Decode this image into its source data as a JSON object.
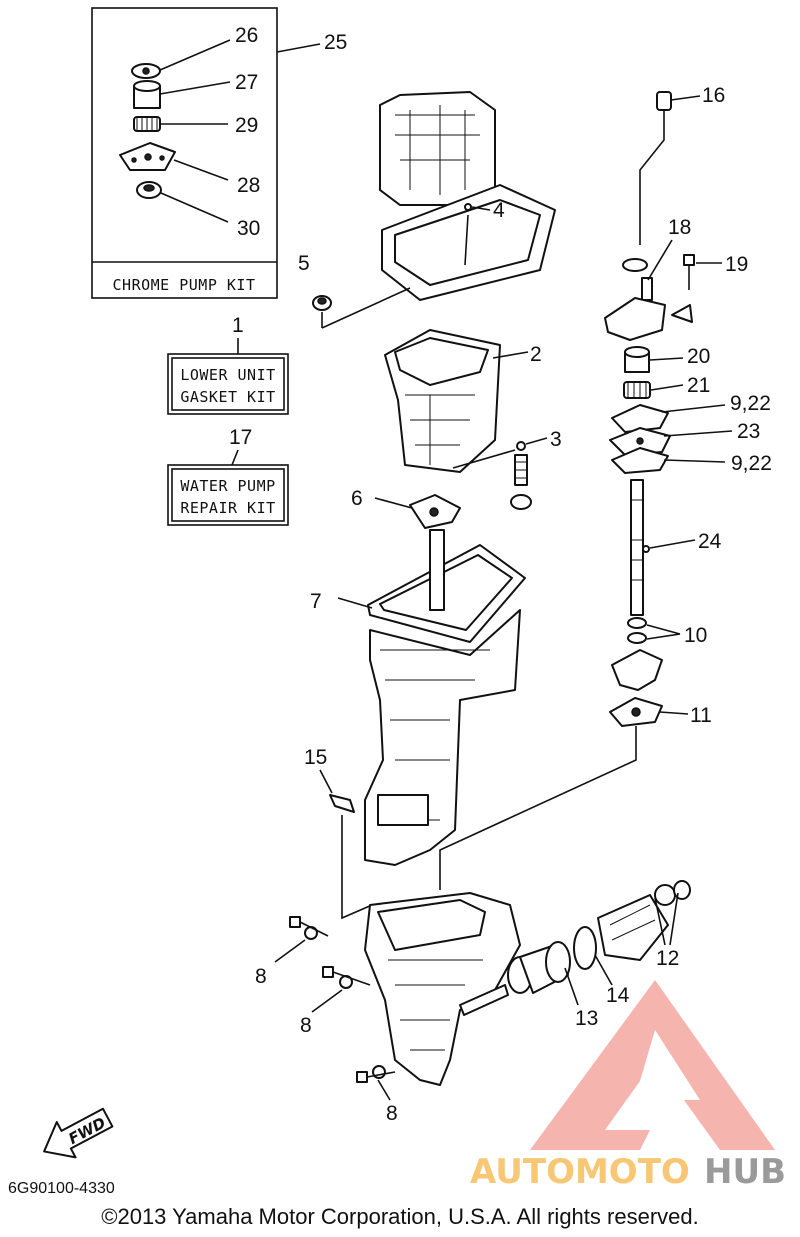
{
  "callouts": {
    "c26": "26",
    "c25": "25",
    "c27": "27",
    "c29": "29",
    "c28": "28",
    "c30": "30",
    "c16": "16",
    "c4": "4",
    "c5": "5",
    "c18": "18",
    "c19": "19",
    "c1": "1",
    "c2": "2",
    "c20": "20",
    "c21": "21",
    "c9_22a": "9,22",
    "c23": "23",
    "c17": "17",
    "c3": "3",
    "c9_22b": "9,22",
    "c6": "6",
    "c24": "24",
    "c7": "7",
    "c10": "10",
    "c11": "11",
    "c15": "15",
    "c12": "12",
    "c8a": "8",
    "c14": "14",
    "c8b": "8",
    "c13": "13",
    "c8c": "8"
  },
  "kits": {
    "chrome_pump_kit": "CHROME PUMP KIT",
    "lower_unit_gasket_kit": [
      "LOWER UNIT",
      "GASKET KIT"
    ],
    "water_pump_repair_kit": [
      "WATER PUMP",
      "REPAIR KIT"
    ]
  },
  "fwd_label": "FWD",
  "logo": {
    "text_orange": "AUTOMOTO",
    "text_gray": "HUB",
    "accent_color": "#f4a7a1",
    "orange_color": "#f8c776",
    "gray_color": "#9a9a9a"
  },
  "footer": {
    "part_code": "6G90100-4330",
    "copyright": "©2013 Yamaha Motor Corporation, U.S.A. All rights reserved."
  }
}
